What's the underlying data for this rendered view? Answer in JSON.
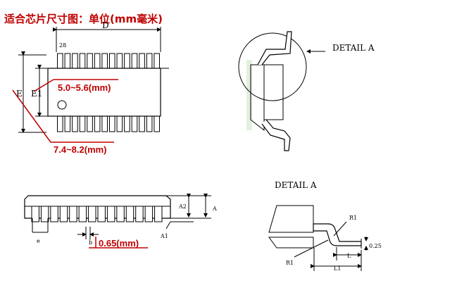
{
  "title": "适合芯片尺寸图：单位(mm毫米)",
  "top_view": {
    "dim_d": "D",
    "dim_e": "E",
    "dim_e1": "E1",
    "pin_count": "28"
  },
  "annotations": {
    "e1_range": "5.0~5.6(mm)",
    "e_range": "7.4~8.2(mm)",
    "pitch": "0.65(mm)"
  },
  "side_view": {
    "dim_a": "A",
    "dim_a1": "A1",
    "dim_a2": "A2",
    "dim_e": "e",
    "dim_b": "b"
  },
  "detail_ref": {
    "label": "DETAIL  A"
  },
  "detail_view": {
    "title": "DETAIL  A",
    "r1_top": "R1",
    "r1_bottom": "R1",
    "l": "L",
    "l1": "L1",
    "c": "0.25"
  },
  "colors": {
    "annotation": "#c00000",
    "line": "#000000",
    "watermark": "#cfe8c8"
  }
}
